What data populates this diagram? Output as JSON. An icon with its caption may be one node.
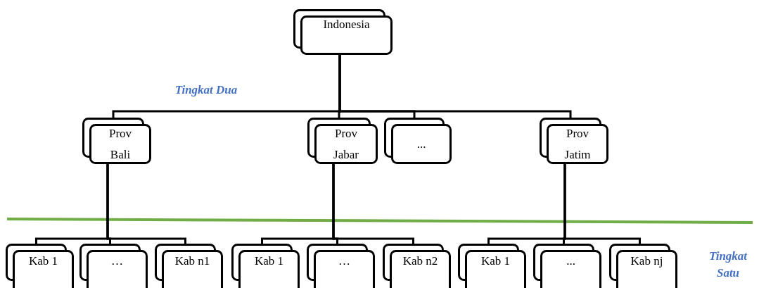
{
  "diagram": {
    "nodes": [
      {
        "text": [
          "Indonesia"
        ]
      },
      {
        "text": [
          "Prov Bali"
        ]
      },
      {
        "text": [
          "Prov Jabar"
        ]
      },
      {
        "text": [
          "..."
        ]
      },
      {
        "text": [
          "Prov Jatim"
        ]
      },
      {
        "text": [
          "Kab 1"
        ]
      },
      {
        "text": [
          "…"
        ]
      },
      {
        "text": [
          "Kab n1"
        ]
      },
      {
        "text": [
          "Kab 1"
        ]
      },
      {
        "text": [
          "…"
        ]
      },
      {
        "text": [
          "Kab n2"
        ]
      },
      {
        "text": [
          "Kab 1"
        ]
      },
      {
        "text": [
          "..."
        ]
      },
      {
        "text": [
          "Kab nj"
        ]
      }
    ],
    "edges": [
      {
        "from": 0,
        "to": 1,
        "arrow": "none"
      },
      {
        "from": 0,
        "to": 2,
        "arrow": "none"
      },
      {
        "from": 0,
        "to": 3,
        "arrow": "none"
      },
      {
        "from": 0,
        "to": 4,
        "arrow": "none"
      },
      {
        "from": 1,
        "to": 5,
        "arrow": "none"
      },
      {
        "from": 1,
        "to": 6,
        "arrow": "none"
      },
      {
        "from": 1,
        "to": 7,
        "arrow": "none"
      },
      {
        "from": 2,
        "to": 8,
        "arrow": "none"
      },
      {
        "from": 2,
        "to": 9,
        "arrow": "none"
      },
      {
        "from": 2,
        "to": 10,
        "arrow": "none"
      },
      {
        "from": 4,
        "to": 11,
        "arrow": "none"
      },
      {
        "from": 4,
        "to": 12,
        "arrow": "none"
      },
      {
        "from": 4,
        "to": 13,
        "arrow": "none"
      }
    ],
    "labels": [
      "Tingkat Dua",
      "Tingkat Satu"
    ]
  }
}
